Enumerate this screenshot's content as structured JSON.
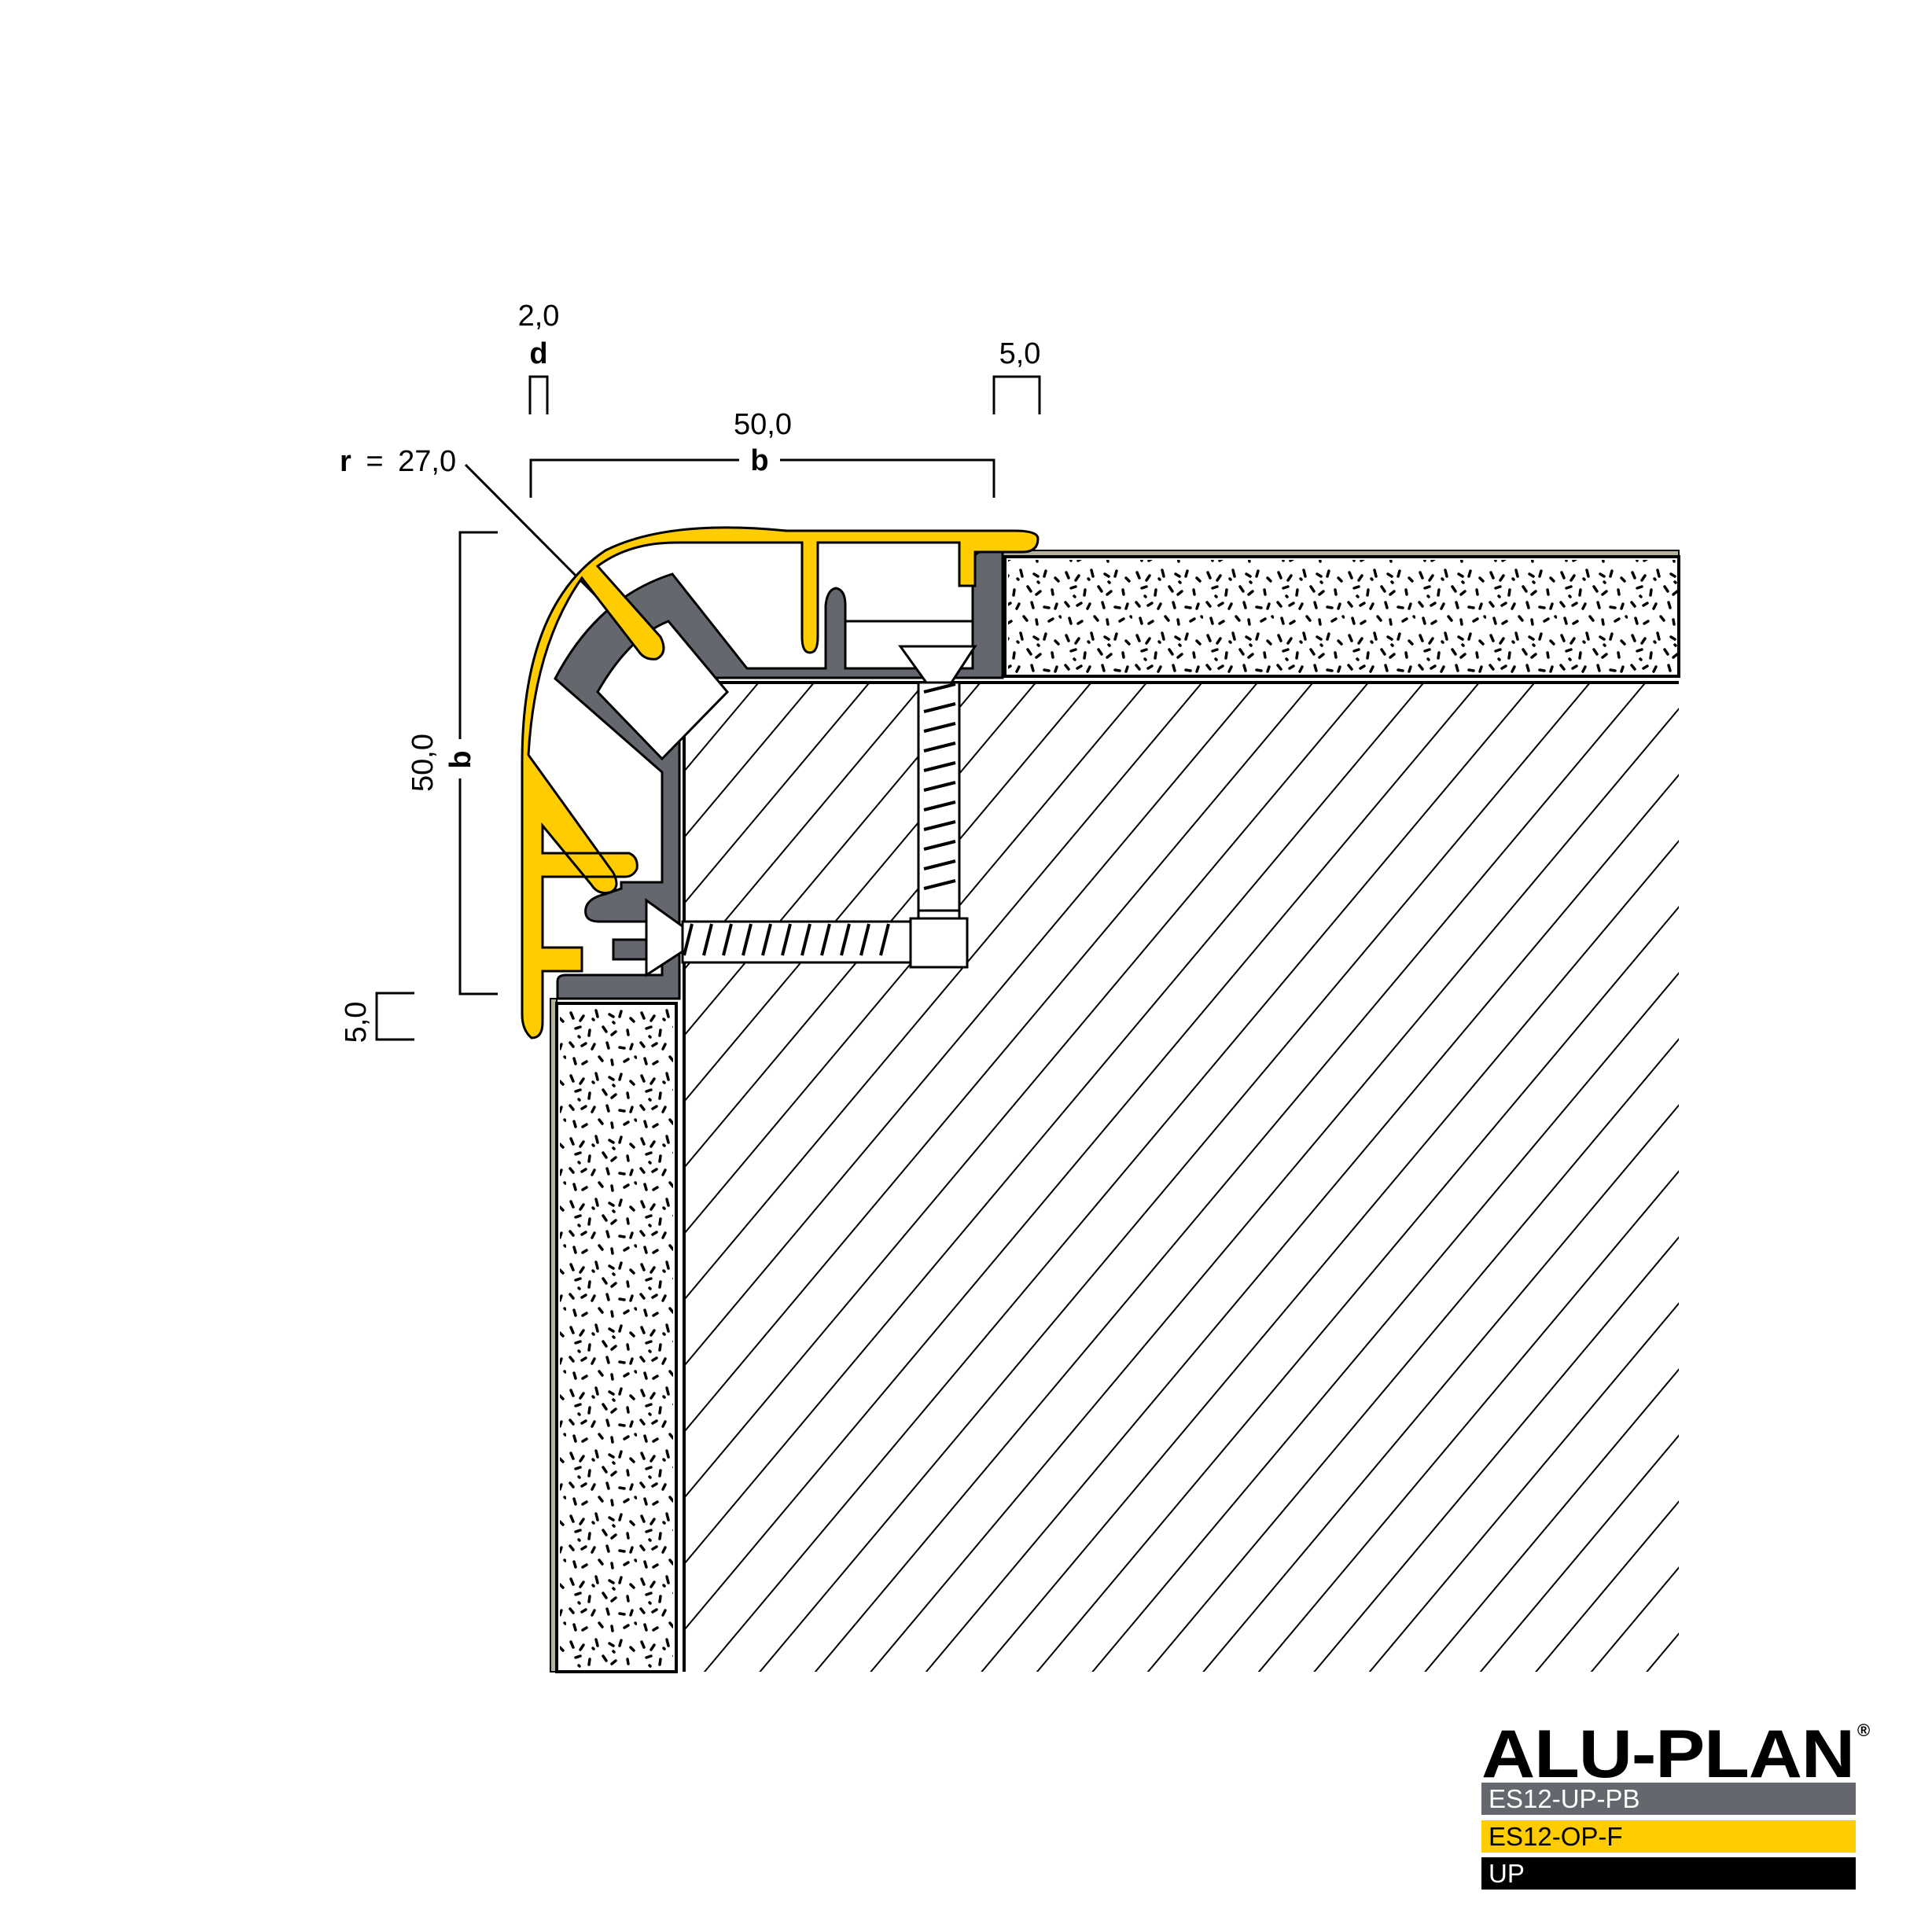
{
  "dimensions": {
    "thickness": {
      "label": "d",
      "value": "2,0"
    },
    "width_top": {
      "label": "b",
      "value": "50,0"
    },
    "height_side": {
      "label": "b",
      "value": "50,0"
    },
    "overlap_top": {
      "value": "5,0"
    },
    "overlap_side": {
      "value": "5,0"
    },
    "radius": {
      "label": "r",
      "equals": "=",
      "value": "27,0"
    }
  },
  "colors": {
    "cover_profile": "#ffcc00",
    "base_profile": "#64676e",
    "outline": "#000000",
    "tile_edge": "#b6b19a"
  },
  "logo": {
    "brand": "ALU-PLAN",
    "registered": "®",
    "bars": [
      {
        "label": "ES12-UP-PB",
        "bg": "#64676e",
        "fg": "#ffffff"
      },
      {
        "label": "ES12-OP-F",
        "bg": "#ffcc00",
        "fg": "#000000"
      },
      {
        "label": "UP",
        "bg": "#000000",
        "fg": "#ffffff"
      }
    ]
  }
}
